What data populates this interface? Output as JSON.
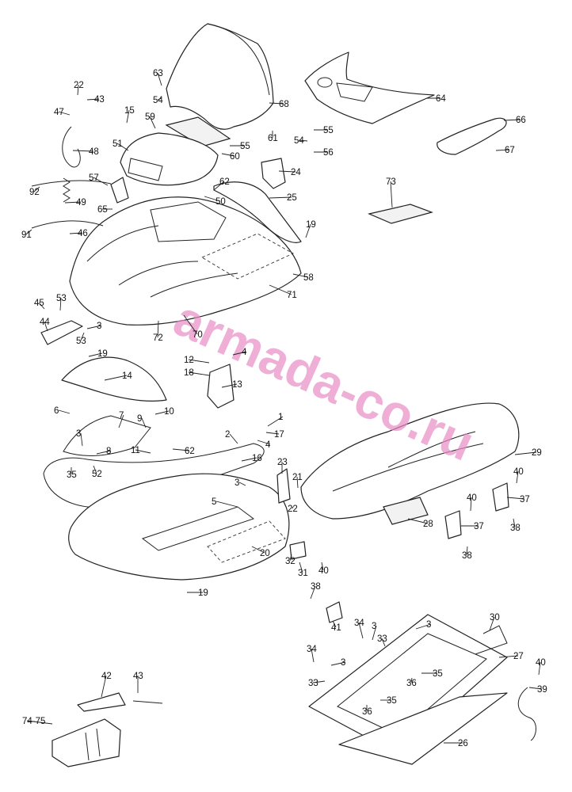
{
  "watermark": "armada-co.ru",
  "colors": {
    "line": "#222222",
    "watermark": "#e98cc6",
    "background": "#ffffff"
  },
  "callouts": [
    {
      "id": "c1",
      "label": "1"
    },
    {
      "id": "c2",
      "label": "2"
    },
    {
      "id": "c3a",
      "label": "3"
    },
    {
      "id": "c3b",
      "label": "3"
    },
    {
      "id": "c3c",
      "label": "3"
    },
    {
      "id": "c3d",
      "label": "3"
    },
    {
      "id": "c3e",
      "label": "3"
    },
    {
      "id": "c3f",
      "label": "3"
    },
    {
      "id": "c4a",
      "label": "4"
    },
    {
      "id": "c4b",
      "label": "4"
    },
    {
      "id": "c5",
      "label": "5"
    },
    {
      "id": "c6",
      "label": "6"
    },
    {
      "id": "c7",
      "label": "7"
    },
    {
      "id": "c8",
      "label": "8"
    },
    {
      "id": "c9",
      "label": "9"
    },
    {
      "id": "c10",
      "label": "10"
    },
    {
      "id": "c11",
      "label": "11"
    },
    {
      "id": "c12",
      "label": "12"
    },
    {
      "id": "c13",
      "label": "13"
    },
    {
      "id": "c14",
      "label": "14"
    },
    {
      "id": "c15",
      "label": "15"
    },
    {
      "id": "c16",
      "label": "16"
    },
    {
      "id": "c17",
      "label": "17"
    },
    {
      "id": "c18",
      "label": "18"
    },
    {
      "id": "c19a",
      "label": "19"
    },
    {
      "id": "c19b",
      "label": "19"
    },
    {
      "id": "c19c",
      "label": "19"
    },
    {
      "id": "c20",
      "label": "20"
    },
    {
      "id": "c21",
      "label": "21"
    },
    {
      "id": "c22a",
      "label": "22"
    },
    {
      "id": "c22b",
      "label": "22"
    },
    {
      "id": "c23",
      "label": "23"
    },
    {
      "id": "c24",
      "label": "24"
    },
    {
      "id": "c25",
      "label": "25"
    },
    {
      "id": "c26",
      "label": "26"
    },
    {
      "id": "c27",
      "label": "27"
    },
    {
      "id": "c28",
      "label": "28"
    },
    {
      "id": "c29",
      "label": "29"
    },
    {
      "id": "c30",
      "label": "30"
    },
    {
      "id": "c31",
      "label": "31"
    },
    {
      "id": "c32",
      "label": "32"
    },
    {
      "id": "c33a",
      "label": "33"
    },
    {
      "id": "c33b",
      "label": "33"
    },
    {
      "id": "c34a",
      "label": "34"
    },
    {
      "id": "c34b",
      "label": "34"
    },
    {
      "id": "c35a",
      "label": "35"
    },
    {
      "id": "c35b",
      "label": "35"
    },
    {
      "id": "c35c",
      "label": "35"
    },
    {
      "id": "c36a",
      "label": "36"
    },
    {
      "id": "c36b",
      "label": "36"
    },
    {
      "id": "c37a",
      "label": "37"
    },
    {
      "id": "c37b",
      "label": "37"
    },
    {
      "id": "c38a",
      "label": "38"
    },
    {
      "id": "c38b",
      "label": "38"
    },
    {
      "id": "c38c",
      "label": "38"
    },
    {
      "id": "c39",
      "label": "39"
    },
    {
      "id": "c40a",
      "label": "40"
    },
    {
      "id": "c40b",
      "label": "40"
    },
    {
      "id": "c40c",
      "label": "40"
    },
    {
      "id": "c40d",
      "label": "40"
    },
    {
      "id": "c41",
      "label": "41"
    },
    {
      "id": "c42",
      "label": "42"
    },
    {
      "id": "c43a",
      "label": "43"
    },
    {
      "id": "c43b",
      "label": "43"
    },
    {
      "id": "c44",
      "label": "44"
    },
    {
      "id": "c45",
      "label": "45"
    },
    {
      "id": "c46",
      "label": "46"
    },
    {
      "id": "c47",
      "label": "47"
    },
    {
      "id": "c48",
      "label": "48"
    },
    {
      "id": "c49",
      "label": "49"
    },
    {
      "id": "c50",
      "label": "50"
    },
    {
      "id": "c51",
      "label": "51"
    },
    {
      "id": "c52",
      "label": "52"
    },
    {
      "id": "c53a",
      "label": "53"
    },
    {
      "id": "c53b",
      "label": "53"
    },
    {
      "id": "c54a",
      "label": "54"
    },
    {
      "id": "c54b",
      "label": "54"
    },
    {
      "id": "c55a",
      "label": "55"
    },
    {
      "id": "c55b",
      "label": "55"
    },
    {
      "id": "c56",
      "label": "56"
    },
    {
      "id": "c57",
      "label": "57"
    },
    {
      "id": "c58",
      "label": "58"
    },
    {
      "id": "c59",
      "label": "59"
    },
    {
      "id": "c60",
      "label": "60"
    },
    {
      "id": "c61",
      "label": "61"
    },
    {
      "id": "c62a",
      "label": "62"
    },
    {
      "id": "c62b",
      "label": "62"
    },
    {
      "id": "c63",
      "label": "63"
    },
    {
      "id": "c64",
      "label": "64"
    },
    {
      "id": "c65",
      "label": "65"
    },
    {
      "id": "c66",
      "label": "66"
    },
    {
      "id": "c67",
      "label": "67"
    },
    {
      "id": "c68",
      "label": "68"
    },
    {
      "id": "c70",
      "label": "70"
    },
    {
      "id": "c71",
      "label": "71"
    },
    {
      "id": "c72",
      "label": "72"
    },
    {
      "id": "c73",
      "label": "73"
    },
    {
      "id": "c74",
      "label": "74-75"
    },
    {
      "id": "c91",
      "label": "91"
    },
    {
      "id": "c92",
      "label": "92"
    }
  ]
}
